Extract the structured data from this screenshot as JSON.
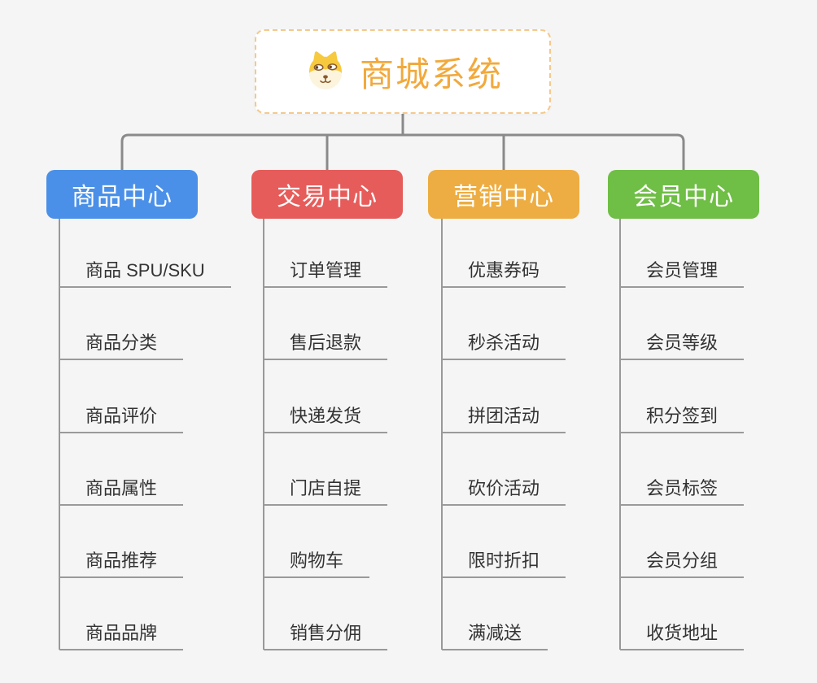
{
  "page": {
    "background_color": "#f5f5f5",
    "connector_color": "#8a8a8a",
    "leaf_underline_color": "#9a9a9a",
    "leaf_text_color": "#333333"
  },
  "root": {
    "label": "商城系统",
    "icon": "doge-face-icon",
    "text_color": "#f2a93c",
    "border_color": "#f4c98c",
    "background_color": "#ffffff"
  },
  "branches": [
    {
      "label": "商品中心",
      "color": "#4a90e8",
      "children": [
        "商品 SPU/SKU",
        "商品分类",
        "商品评价",
        "商品属性",
        "商品推荐",
        "商品品牌"
      ]
    },
    {
      "label": "交易中心",
      "color": "#e65c5a",
      "children": [
        "订单管理",
        "售后退款",
        "快递发货",
        "门店自提",
        "购物车",
        "销售分佣"
      ]
    },
    {
      "label": "营销中心",
      "color": "#edad42",
      "children": [
        "优惠券码",
        "秒杀活动",
        "拼团活动",
        "砍价活动",
        "限时折扣",
        "满减送"
      ]
    },
    {
      "label": "会员中心",
      "color": "#6fbe45",
      "children": [
        "会员管理",
        "会员等级",
        "积分签到",
        "会员标签",
        "会员分组",
        "收货地址"
      ]
    }
  ]
}
